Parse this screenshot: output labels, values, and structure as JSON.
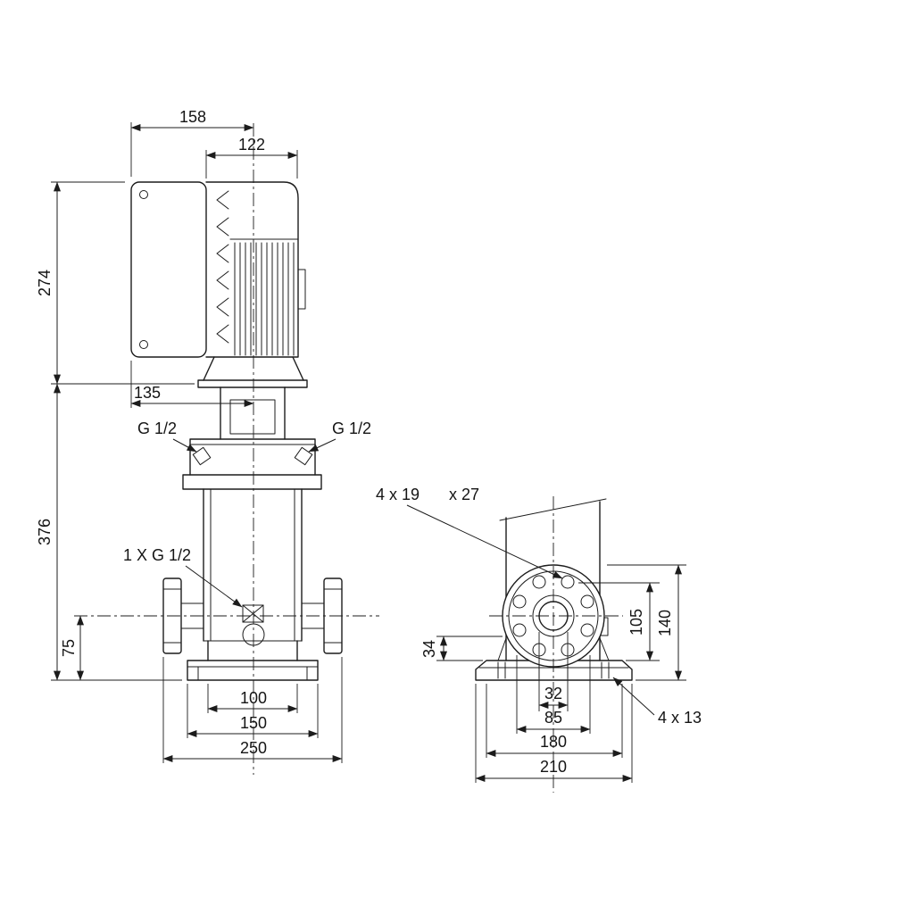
{
  "drawing": {
    "front_view": {
      "dims": {
        "width_overall": "158",
        "motor_diameter": "122",
        "motor_height": "274",
        "head_width": "135",
        "pump_height": "376",
        "port_height": "75",
        "pedestal_width": "100",
        "base_width": "150",
        "flange_span": "250"
      },
      "labels": {
        "plug_left": "G 1/2",
        "plug_right": "G 1/2",
        "drain_port": "1 X G 1/2"
      }
    },
    "side_view": {
      "dims": {
        "base_step_height": "34",
        "flange_center_height": "105",
        "flange_top_height": "140",
        "port_bore": "32",
        "bolt_circle": "85",
        "base_length": "180",
        "base_overall": "210"
      },
      "labels": {
        "flange_holes": "4 x 19",
        "flange_holes_depth": "x 27",
        "base_holes": "4 x 13"
      }
    }
  }
}
